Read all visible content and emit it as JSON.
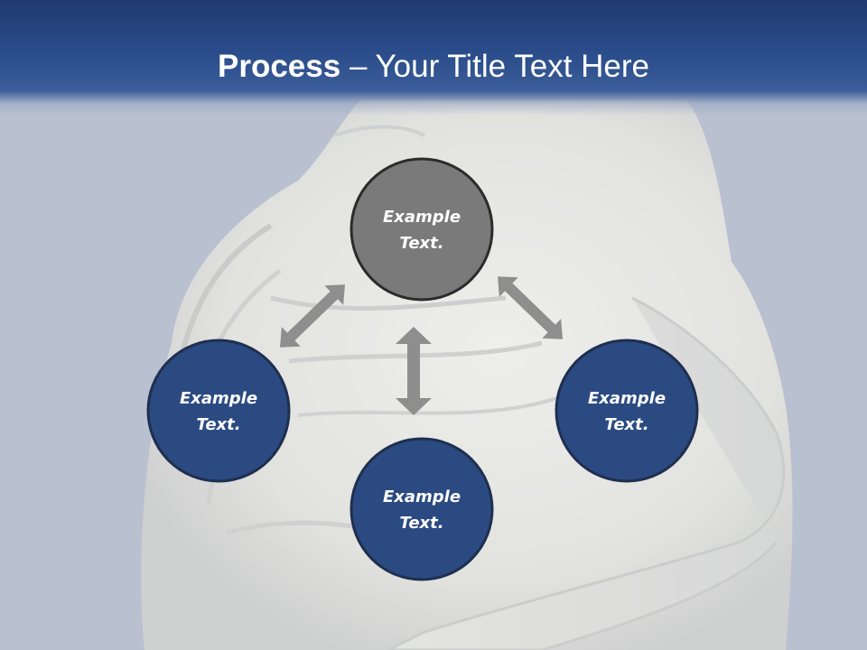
{
  "title": {
    "bold": "Process",
    "separator": " – ",
    "rest": "Your Title Text Here"
  },
  "nodes": [
    {
      "id": "top",
      "line1": "Example",
      "line2": "Text.",
      "fill": "#7a7a7a"
    },
    {
      "id": "left",
      "line1": "Example",
      "line2": "Text.",
      "fill": "#2b4a82"
    },
    {
      "id": "right",
      "line1": "Example",
      "line2": "Text.",
      "fill": "#2b4a82"
    },
    {
      "id": "bottom",
      "line1": "Example",
      "line2": "Text.",
      "fill": "#2b4a82"
    }
  ],
  "colors": {
    "header": "#2a4c8a",
    "node_blue": "#2b4a82",
    "node_gray": "#7a7a7a",
    "node_border": "#1f2f4f",
    "arrow": "#8e8e8e",
    "background": "#b9c0cf"
  }
}
